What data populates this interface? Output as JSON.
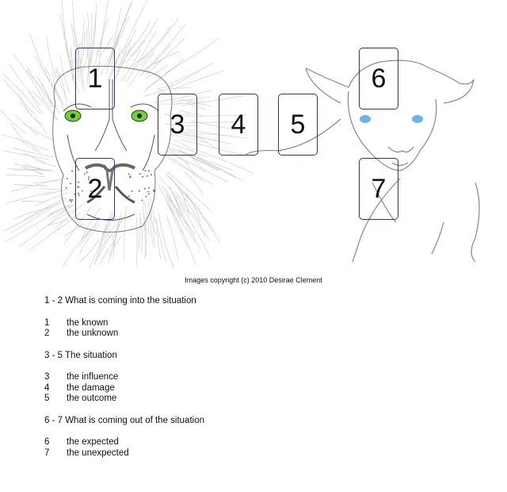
{
  "copyright": "Images copyright (c) 2010 Desirae Clement",
  "cards": [
    "1",
    "2",
    "3",
    "4",
    "5",
    "6",
    "7"
  ],
  "sections": [
    {
      "heading": "1 - 2  What is coming into the situation",
      "items": [
        {
          "num": "1",
          "text": "the known"
        },
        {
          "num": "2",
          "text": "the unknown"
        }
      ]
    },
    {
      "heading": "3 - 5  The situation",
      "items": [
        {
          "num": "3",
          "text": "the influence"
        },
        {
          "num": "4",
          "text": "the damage"
        },
        {
          "num": "5",
          "text": "the outcome"
        }
      ]
    },
    {
      "heading": "6 - 7  What is coming out of the situation",
      "items": [
        {
          "num": "6",
          "text": "the expected"
        },
        {
          "num": "7",
          "text": "the unexpected"
        }
      ]
    }
  ],
  "colors": {
    "card_border": "#1f3a8a",
    "lion_eye": "#6cd42a",
    "lamb_eye": "#6ab4e8"
  }
}
